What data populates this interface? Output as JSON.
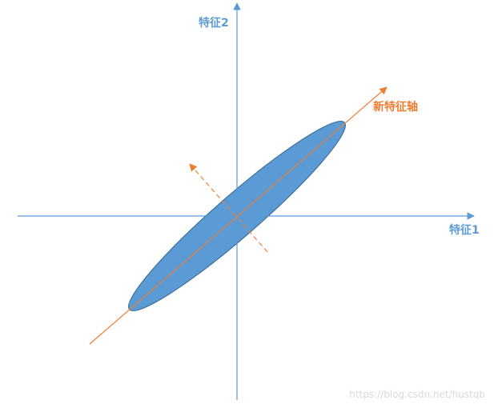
{
  "labels": {
    "x_axis": "特征1",
    "y_axis": "特征2",
    "new_axis": "新特征轴"
  },
  "watermark": "https://blog.csdn.net/hustqb",
  "colors": {
    "axis": "#5b9bd5",
    "ellipse_fill": "#5b9bd5",
    "ellipse_stroke": "#41719c",
    "new_axis": "#ed7d31",
    "axis_label": "#5b9bd5",
    "new_axis_label": "#ed7d31",
    "watermark": "#d9d9d9"
  }
}
